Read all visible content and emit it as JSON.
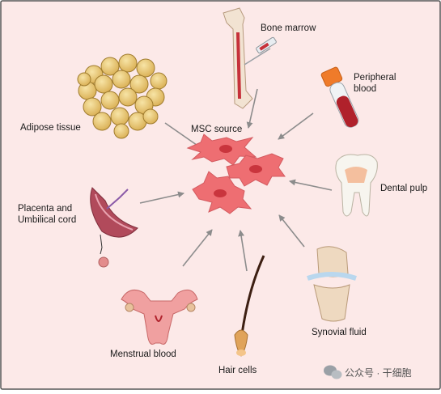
{
  "diagram": {
    "center_label": "MSC source",
    "sources": {
      "bone_marrow": "Bone marrow",
      "peripheral_blood_1": "Peripheral",
      "peripheral_blood_2": "blood",
      "adipose_tissue": "Adipose tissue",
      "dental_pulp": "Dental pulp",
      "placenta_1": "Placenta and",
      "placenta_2": "Umbilical cord",
      "synovial_fluid": "Synovial fluid",
      "menstrual_blood": "Menstrual blood",
      "hair_cells": "Hair cells"
    }
  },
  "watermark": {
    "text": "公众号 · 干细胞",
    "icon": "wechat-icon"
  },
  "colors": {
    "background": "#fce9e8",
    "border": "#555555",
    "arrow": "#8c8c8c",
    "cell": "#ee6e72",
    "nucleus": "#c9353d",
    "fat": "#e8c878",
    "blood": "#b0212b"
  }
}
